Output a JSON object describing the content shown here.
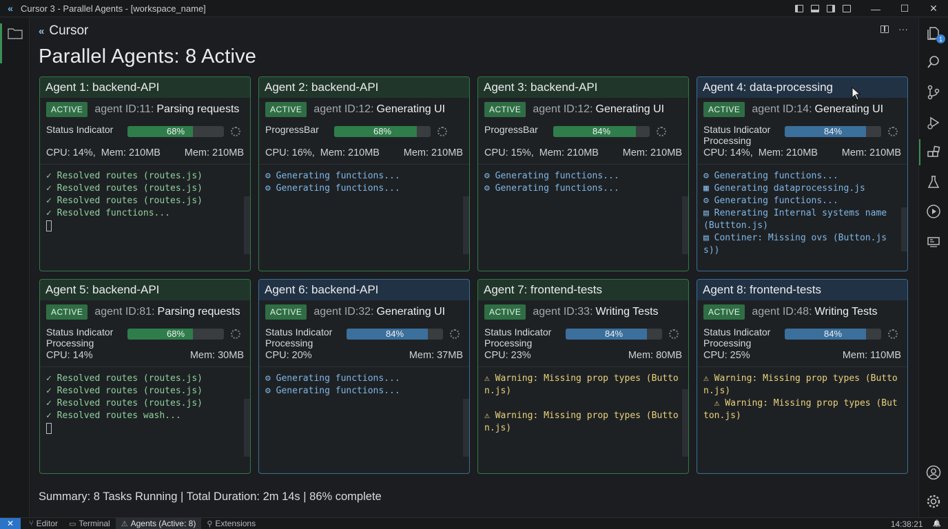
{
  "window": {
    "title": "Cursor 3 - Parallel Agents - [workspace_name]",
    "minimize": "—",
    "maximize": "☐",
    "close": "✕"
  },
  "header": {
    "app_name": "Cursor",
    "more": "···"
  },
  "page_title": "Parallel Agents: 8 Active",
  "agents": [
    {
      "title": "Agent 1: backend-API",
      "status": "ACTIVE",
      "id": "agent ID:11:",
      "task": "Parsing requests",
      "progress_label": "Status Indicator",
      "progress_sub": "",
      "progress": 0.68,
      "progress_text": "68%",
      "cpu": "CPU: 14%,",
      "mem_left": "Mem: 210MB",
      "mem": "Mem: 210MB",
      "log": [
        {
          "type": "ok",
          "text": "✓ Resolved routes (routes.js)"
        },
        {
          "type": "ok",
          "text": "✓ Resolved routes (routes.js)"
        },
        {
          "type": "ok",
          "text": "✓ Resolved routes (routes.js)"
        },
        {
          "type": "ok",
          "text": "✓ Resolved functions..."
        }
      ]
    },
    {
      "title": "Agent 2: backend-API",
      "status": "ACTIVE",
      "id": "agent ID:12:",
      "task": "Generating UI",
      "progress_label": "ProgressBar",
      "progress_sub": "",
      "progress": 0.86,
      "progress_text": "68%",
      "cpu": "CPU: 16%,",
      "mem_left": "Mem: 210MB",
      "mem": "Mem: 210MB",
      "log": [
        {
          "type": "gen",
          "text": "⚙ Generating functions..."
        },
        {
          "type": "gen",
          "text": "⚙ Generating functions..."
        }
      ]
    },
    {
      "title": "Agent 3: backend-API",
      "status": "ACTIVE",
      "id": "agent ID:12:",
      "task": "Generating UI",
      "progress_label": "ProgressBar",
      "progress_sub": "",
      "progress": 0.86,
      "progress_text": "84%",
      "cpu": "CPU: 15%,",
      "mem_left": "Mem: 210MB",
      "mem": "Mem: 210MB",
      "log": [
        {
          "type": "gen",
          "text": "⚙ Generating functions..."
        },
        {
          "type": "gen",
          "text": "⚙ Generating functions..."
        }
      ]
    },
    {
      "title": "Agent 4: data-processing",
      "status": "ACTIVE",
      "id": "agent ID:14:",
      "task": "Generating UI",
      "progress_label": "Status Indicator",
      "progress_sub": "Processing",
      "progress": 0.84,
      "progress_text": "84%",
      "cpu": "CPU: 14%,",
      "mem_left": "Mem: 210MB",
      "mem": "Mem: 210MB",
      "log": [
        {
          "type": "gen",
          "text": "⚙ Generating functions..."
        },
        {
          "type": "gen",
          "text": "▦ Generating dataprocessing.js"
        },
        {
          "type": "gen",
          "text": "⚙ Generating functions..."
        },
        {
          "type": "gen",
          "text": "▤ Renerating Internal systems name (Buttton.js)"
        },
        {
          "type": "gen",
          "text": "▤ Continer: Missing ovs (Button.js s))"
        }
      ]
    },
    {
      "title": "Agent 5: backend-API",
      "status": "ACTIVE",
      "id": "agent ID:81:",
      "task": "Parsing requests",
      "progress_label": "Status Indicator",
      "progress_sub": "Processing",
      "progress": 0.68,
      "progress_text": "68%",
      "cpu": "CPU: 14%",
      "mem_left": "",
      "mem": "Mem: 30MB",
      "log": [
        {
          "type": "ok",
          "text": "✓ Resolved routes (routes.js)"
        },
        {
          "type": "ok",
          "text": "✓ Resolved routes (routes.js)"
        },
        {
          "type": "ok",
          "text": "✓ Resolved routes (routes.js)"
        },
        {
          "type": "ok",
          "text": "✓ Resolved routes wash..."
        }
      ]
    },
    {
      "title": "Agent 6: backend-API",
      "status": "ACTIVE",
      "id": "agent ID:32:",
      "task": "Generating UI",
      "progress_label": "Status Indicator",
      "progress_sub": "Processing",
      "progress": 0.84,
      "progress_text": "84%",
      "cpu": "CPU: 20%",
      "mem_left": "",
      "mem": "Mem: 37MB",
      "log": [
        {
          "type": "gen",
          "text": "⚙ Generating functions..."
        },
        {
          "type": "gen",
          "text": "⚙ Generating functions..."
        }
      ]
    },
    {
      "title": "Agent 7: frontend-tests",
      "status": "ACTIVE",
      "id": "agent ID:33:",
      "task": "Writing Tests",
      "progress_label": "Status Indicator",
      "progress_sub": "Processing",
      "progress": 0.84,
      "progress_text": "84%",
      "cpu": "CPU: 23%",
      "mem_left": "",
      "mem": "Mem: 80MB",
      "log": [
        {
          "type": "warn",
          "text": "⚠ Warning: Missing prop types (Button.js)"
        },
        {
          "type": "warn gap",
          "text": "⚠ Warning: Missing prop types (Button.js)"
        }
      ]
    },
    {
      "title": "Agent 8: frontend-tests",
      "status": "ACTIVE",
      "id": "agent ID:48:",
      "task": "Writing Tests",
      "progress_label": "Status Indicator",
      "progress_sub": "Processing",
      "progress": 0.84,
      "progress_text": "84%",
      "cpu": "CPU: 25%",
      "mem_left": "",
      "mem": "Mem: 110MB",
      "log": [
        {
          "type": "warn",
          "text": "⚠ Warning: Missing prop types (Button.js)"
        },
        {
          "type": "warn",
          "text": "  ⚠ Warning: Missing prop types (Button.js)"
        }
      ]
    }
  ],
  "summary": "Summary: 8 Tasks Running | Total Duration: 2m 14s | 86% complete",
  "statusbar": {
    "remote": "✕",
    "items": [
      {
        "icon": "⑂",
        "label": "Editor"
      },
      {
        "icon": "▭",
        "label": "Terminal"
      },
      {
        "icon": "⚠",
        "label": "Agents (Active: 8)"
      },
      {
        "icon": "⚲",
        "label": "Extensions"
      }
    ],
    "time": "14:38:21",
    "bell": "🔔"
  },
  "activity_badge": "1",
  "colors": {
    "green_border": "#2f7a48",
    "blue_border": "#3a6f96",
    "active_pill": "#2f6e45",
    "accent_blue": "#2b74c7"
  }
}
